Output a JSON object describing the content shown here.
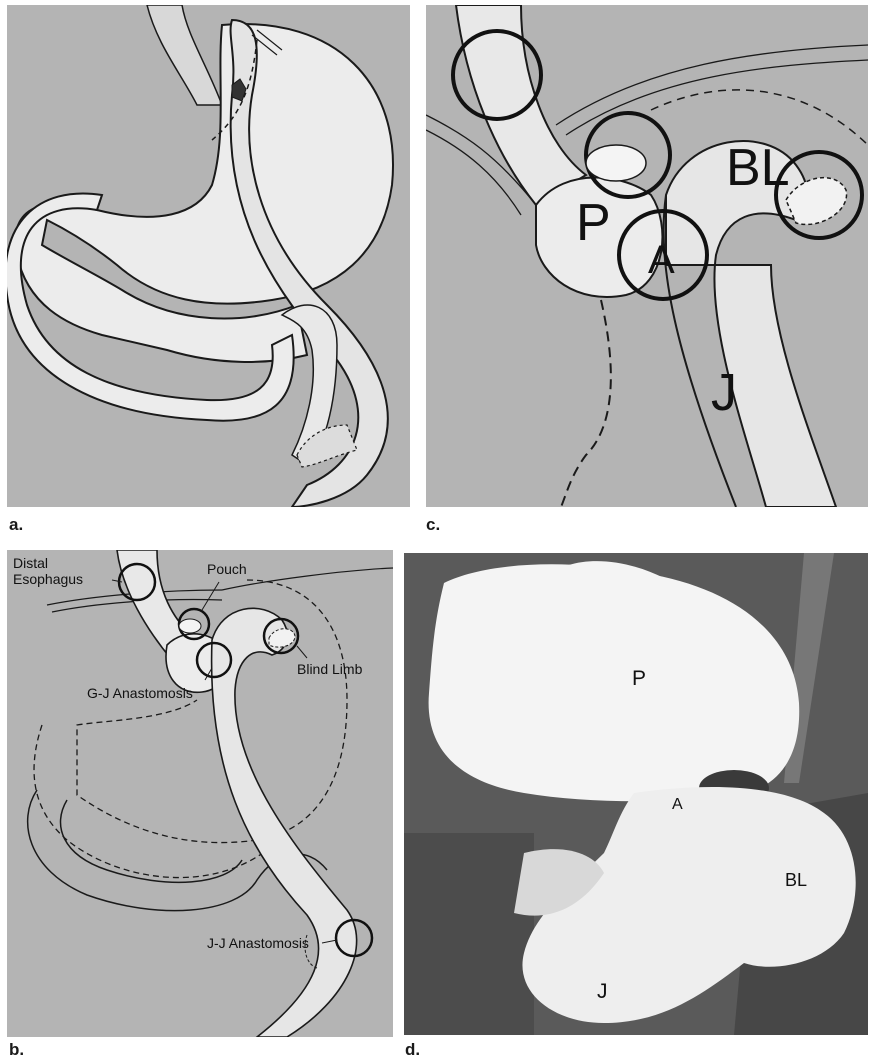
{
  "panels": {
    "a": {
      "letter": "a."
    },
    "b": {
      "letter": "b.",
      "labels": {
        "distal_line1": "Distal",
        "distal_line2": "Esophagus",
        "pouch": "Pouch",
        "gj": "G-J Anastomosis",
        "blind": "Blind Limb",
        "jj": "J-J Anastomosis"
      }
    },
    "c": {
      "letter": "c.",
      "labels": {
        "p": "P",
        "a": "A",
        "bl": "BL",
        "j": "J"
      }
    },
    "d": {
      "letter": "d.",
      "labels": {
        "p": "P",
        "a": "A",
        "bl": "BL",
        "j": "J"
      }
    }
  },
  "colors": {
    "illustration_bg": "#b4b4b4",
    "organ_fill": "#ececec",
    "xray_bg": "#5a5a5a",
    "contrast_fill": "#f4f4f4",
    "outline": "#1a1a1a"
  }
}
